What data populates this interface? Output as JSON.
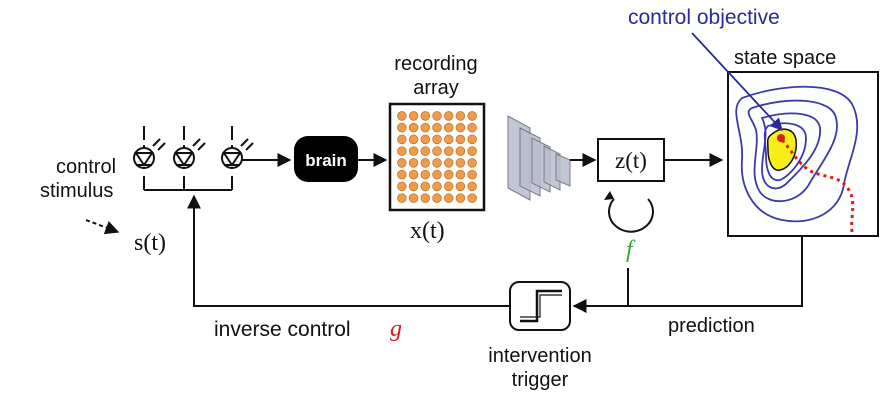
{
  "labels": {
    "control": "control",
    "stimulus": "stimulus",
    "s_t": "s(t)",
    "brain": "brain",
    "recording": "recording",
    "array": "array",
    "x_t": "x(t)",
    "z_t": "z(t)",
    "f": "f",
    "control_objective": "control objective",
    "state_space": "state space",
    "prediction": "prediction",
    "intervention": "intervention",
    "trigger": "trigger",
    "inverse_control": "inverse control",
    "g": "g"
  },
  "colors": {
    "ink": "#111111",
    "objective_blue": "#2a2a9a",
    "contour_blue": "#3a3aa8",
    "f_green": "#3aa63a",
    "g_red": "#cc1f1f",
    "trajectory_red": "#e01818",
    "target_yellow": "#f7ee1a",
    "electrode_orange": "#f09a4a",
    "layer_gray": "#b8bccc"
  }
}
